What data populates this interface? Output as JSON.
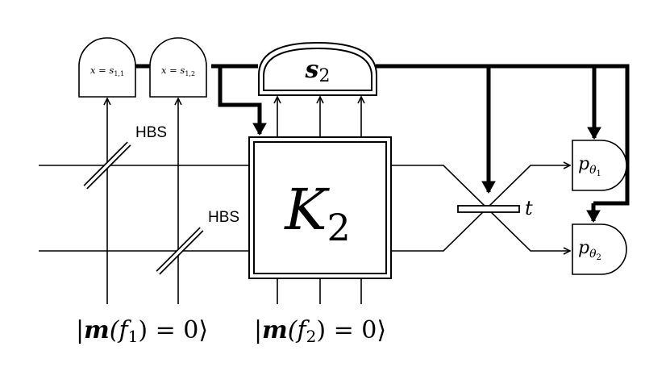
{
  "detectors_top": {
    "det1": {
      "label_var": "x",
      "label_eq": " = ",
      "label_sym": "s",
      "label_sub": "1,1"
    },
    "det2": {
      "label_var": "x",
      "label_eq": " = ",
      "label_sym": "s",
      "label_sub": "1,2"
    },
    "syndrome": {
      "sym": "s",
      "sub": "2"
    }
  },
  "beamsplitters": {
    "hbs_upper": "HBS",
    "hbs_lower": "HBS"
  },
  "unitary": {
    "sym": "K",
    "sub": "2"
  },
  "beamsplitter_t": {
    "label": "t"
  },
  "detectors_right": {
    "top": {
      "sym": "p",
      "sub": "θ",
      "subsub": "1"
    },
    "bottom": {
      "sym": "p",
      "sub": "θ",
      "subsub": "2"
    }
  },
  "inputs": {
    "left": {
      "open": "|",
      "sym": "m",
      "arg": "(f",
      "argsub": "1",
      "rest": ") = 0⟩"
    },
    "right": {
      "open": "|",
      "sym": "m",
      "arg": "(f",
      "argsub": "2",
      "rest": ") = 0⟩"
    }
  },
  "colors": {
    "line": "#000000",
    "background": "#ffffff"
  }
}
